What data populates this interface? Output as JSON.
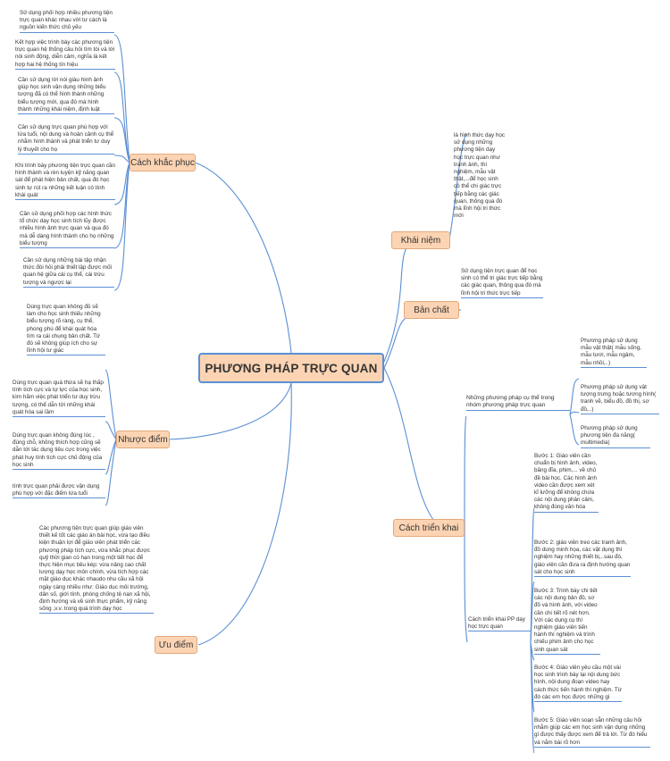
{
  "central": "PHƯƠNG PHÁP TRỰC QUAN",
  "branches": {
    "cach_khac_phuc": {
      "label": "Cách khắc phục",
      "items": [
        "Sử dụng phối hợp nhiều phương tiện trực quan khác nhau với tư cách là nguồn kiến thức chủ yếu",
        "Kết hợp việc trình bày các phương tiện trực quan hệ thống câu hỏi tìm tòi và lời nói sinh động, diễn cảm, nghĩa là kết hợp hai hệ thống tín hiệu",
        "Cần sử dụng lời nói giàu hình ảnh giúp học sinh vận dụng những biểu tượng đã có thể hình thành những biểu tượng mới, qua đó mà hình thành những khái niệm, định luật",
        "Cần sử dụng trực quan phù hợp với lứa tuổi, nội dung và hoàn cảnh cụ thể nhằm hình thành và phát triển tư duy lý thuyết cho họ",
        "Khi trình bày phương tiện trực quan cần hình thành và rèn luyện kỹ năng quan sát để phát hiện bản chất, qua đó học sinh tự rút ra những kết luận có tính khái quát",
        "Cần sử dụng phối hợp các hình thức tổ chức dạy học sinh tích lũy được nhiều hình ảnh trực quan và qua đó mà dễ dàng hình thành cho họ những biểu tượng",
        "Cần sử dụng những bài tập nhận thức đòi hỏi phải thiết lập được mối quan hệ giữa cái cụ thể, cái trừu tượng và ngược lại"
      ]
    },
    "nhuoc_diem": {
      "label": "Nhược điểm",
      "items": [
        "Dùng trực quan không đủ sẽ làm cho học sinh thiếu những biểu tượng rõ ràng, cụ thể, phong phú để khái quát hóa tìm ra cái chung bản chất. Từ đó sẽ không giúp ích cho sự lĩnh hội tư giác",
        "Dùng trực quan quá thừa sẽ hạ thấp tính tích cực và tự lực của học sinh, kìm hãm việc phát triển tư duy trừu tượng, có thể dẫn tới những khái quát hóa sai lầm",
        "Dùng trực quan không đúng lúc , đúng chỗ, không thích hợp cũng sẽ dẫn tới tác dụng tiêu cực trong việc phát huy tính tích cực chủ động của học sinh",
        "tính trực quan phải được vận dụng phù hợp với đặc điểm lứa tuổi"
      ]
    },
    "uu_diem": {
      "label": "Ưu điểm",
      "text": "Các phương tiện trực quan giúp giáo viên thiết kế tốt các giáo án bài học, vừa tạo điều kiện thuận lợi để giáo viên phát triển các phương pháp tích cực, vừa khắc phục được quỹ thời gian có hạn trong một tiết học để thực hiện mục tiêu kép: vừa nâng cao chất lượng dạy học môn chính, vừa tích hợp các mặt giáo dục khác nhaudo nhu cầu xã hội ngày càng nhiều như: Giáo dục môi trường, dân số, giới tính, phòng chống tệ nạn xã hội, định hướng và về sinh thực phẩm, kỹ năng sống ,v.v. trong quá trình dạy học"
    },
    "khai_niem": {
      "label": "Khái niệm",
      "text": "là hình thức dạy học sử dụng những phương tiện dạy học trực quan như tranh ảnh, thí nghiệm, mẫu vật thật,...để học sinh có thể chi giác trực tiếp bằng các giác quan, thông qua đó mà lĩnh hội tri thức mới"
    },
    "ban_chat": {
      "label": "Bản chất",
      "text": "Sử dụng tiện trực quan để học sinh có thể tri giác trực tiếp bằng các giác quan, thông qua đó mà lĩnh hội tri thức trực tiếp"
    },
    "cach_trien_khai": {
      "label": "Cách triển khai",
      "sub1": {
        "label": "Những phương pháp cụ thể trong nhóm phương pháp trực quan",
        "items": [
          "Phương pháp sử dụng mẫu vật thật( mẫu sống, mẫu tươi, mẫu ngâm, mẫu nhồi,..)",
          "Phương pháp sử dụng vật tượng trưng hoặc tương hình( tranh vẽ, biểu đồ, đồ thị, sơ đồ,..)",
          "Phương pháp sử dụng phương tiện đa năng( multimedia)"
        ]
      },
      "sub2": {
        "label": "Cách triển khai PP dạy học trực quan",
        "items": [
          "Bước 1: Giáo viên cần chuẩn bị hình ảnh, video, băng đĩa, phim,... về chủ đề bài học. Các hình ảnh video cần được xem xét kĩ lưỡng để không chứa các nội dung phản cảm, không đúng văn hóa",
          "Bước 2: giáo viên treo các tranh ảnh, đồ dùng minh họa, các vật dụng thí nghiệm hay những thiết bị,..sau đó, giáo viên cần đưa ra định hướng quan sát cho học sinh",
          "Bước 3: Trình bày chi tiết các nội dung bản đồ, sơ đồ và hình ảnh, với video cần chi tiết rõ nét hơn. Với các dụng cụ thí nghiệm giáo viên tiến hành thí nghiệm và trình chiếu phim ảnh cho học sinh quan sát",
          "Bước 4: Giáo viên yêu cầu một vài học sinh trình bày lại nội dung bức hình, nội dung đoạn video hay cách thức tiến hành thí nghiệm. Từ đó các em học được những gì",
          "Bước 5: Giáo viên soạn sẵn những câu hỏi nhằm giúp các em học sinh vận dụng những gì được thấy được xem để trả lời. Từ đó hiểu và nắm bài rõ hơn"
        ]
      }
    }
  },
  "colors": {
    "line": "#5b8fd4",
    "node_fill": "#fcd4b3",
    "node_border": "#e3a97a"
  }
}
